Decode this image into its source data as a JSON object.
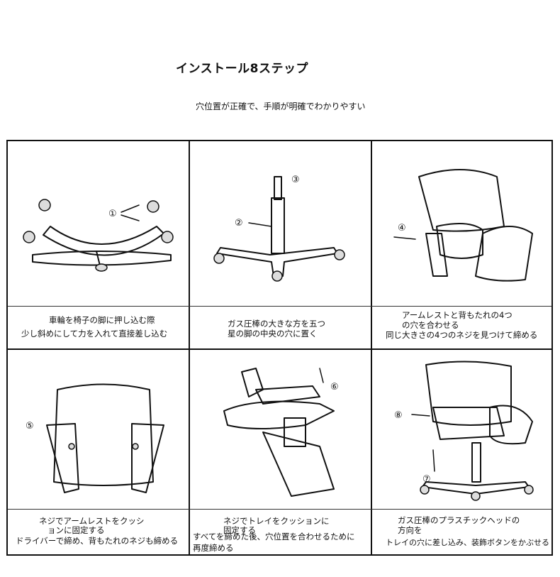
{
  "header": {
    "title": "インストール8ステップ",
    "subtitle": "穴位置が正確で、手順が明確でわかりやすい"
  },
  "steps": [
    {
      "marker": "①",
      "caption_lines": [
        "車輪を椅子の脚に押し込む際",
        "少し斜めにして力を入れて直接差し込む"
      ]
    },
    {
      "marker_a": "②",
      "marker_b": "③",
      "caption_lines": [
        "ガス圧棒の大きな方を五つ",
        "星の脚の中央の穴に置く"
      ]
    },
    {
      "marker": "④",
      "caption_lines": [
        "アームレストと背もたれの4つ",
        "の穴を合わせる",
        "同じ大きさの4つのネジを見つけて締める"
      ]
    },
    {
      "marker": "⑤",
      "caption_lines": [
        "ネジでアームレストをクッシ",
        "ョンに固定する",
        "ドライバーで締め、背もたれのネジも締める"
      ]
    },
    {
      "marker": "⑥",
      "caption_lines": [
        "ネジでトレイをクッションに",
        "固定する",
        "すべてを締めた後、穴位置を合わせるために",
        "再度締める"
      ]
    },
    {
      "marker_a": "⑧",
      "marker_b": "⑦",
      "caption_lines": [
        "ガス圧棒のプラスチックヘッドの",
        "方向を",
        "トレイの穴に差し込み、装飾ボタンをかぶせる"
      ]
    }
  ]
}
